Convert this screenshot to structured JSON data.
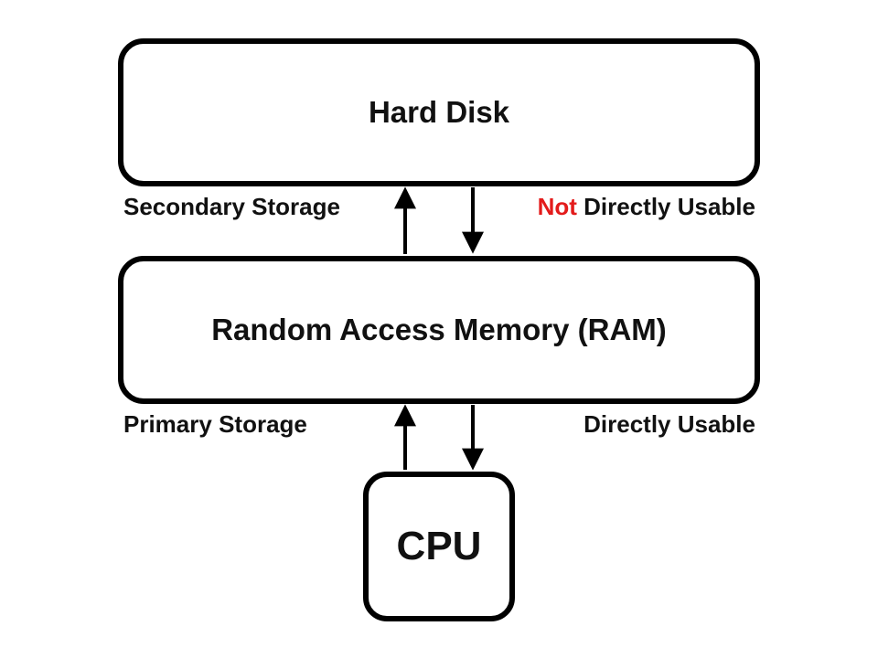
{
  "diagram": {
    "hard_disk": "Hard Disk",
    "ram": "Random Access Memory (RAM)",
    "cpu": "CPU",
    "secondary_storage": "Secondary Storage",
    "not_word": "Not",
    "directly_usable_suffix": " Directly Usable",
    "primary_storage": "Primary Storage",
    "directly_usable": "Directly Usable"
  },
  "colors": {
    "accent": "#e31b1b",
    "stroke": "#000000",
    "text": "#111111"
  }
}
